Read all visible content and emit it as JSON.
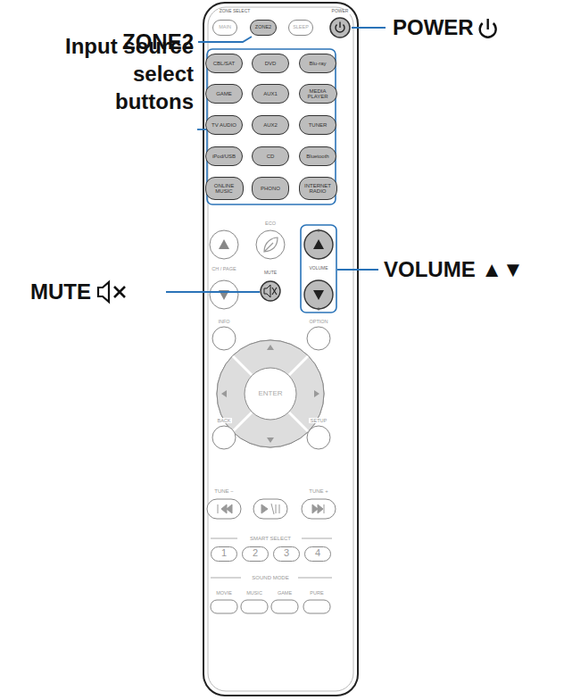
{
  "diagram": {
    "nodes": [
      {
        "text": [
          "MAIN"
        ]
      },
      {
        "text": [
          "ZONE2"
        ]
      },
      {
        "text": [
          "SLEEP"
        ]
      },
      {
        "text": [
          "CBL/SAT"
        ]
      },
      {
        "text": [
          "DVD"
        ]
      },
      {
        "text": [
          "Blu-ray"
        ]
      },
      {
        "text": [
          "GAME"
        ]
      },
      {
        "text": [
          "AUX1"
        ]
      },
      {
        "text": [
          "MEDIA PLAYER"
        ]
      },
      {
        "text": [
          "TV AUDIO"
        ]
      },
      {
        "text": [
          "AUX2"
        ]
      },
      {
        "text": [
          "TUNER"
        ]
      },
      {
        "text": [
          "iPod/USB"
        ]
      },
      {
        "text": [
          "CD"
        ]
      },
      {
        "text": [
          "Bluetooth"
        ]
      },
      {
        "text": [
          "ONLINE MUSIC"
        ]
      },
      {
        "text": [
          "PHONO"
        ]
      },
      {
        "text": [
          "INTERNET RADIO"
        ]
      },
      {
        "text": [
          "ENTER"
        ]
      },
      {
        "text": [
          "1"
        ]
      },
      {
        "text": [
          "2"
        ]
      },
      {
        "text": [
          "3"
        ]
      },
      {
        "text": [
          "4"
        ]
      }
    ],
    "edges": [],
    "labels": [
      "ZONE2",
      "POWER",
      "Input source select buttons",
      "VOLUME ▲▼",
      "MUTE",
      "ZONE SELECT",
      "POWER",
      "ECO",
      "CH / PAGE",
      "MUTE",
      "VOLUME",
      "INFO",
      "OPTION",
      "BACK",
      "SETUP",
      "TUNE −",
      "TUNE +",
      "SMART SELECT",
      "SOUND MODE",
      "MOVIE",
      "MUSIC",
      "GAME",
      "PURE"
    ]
  }
}
